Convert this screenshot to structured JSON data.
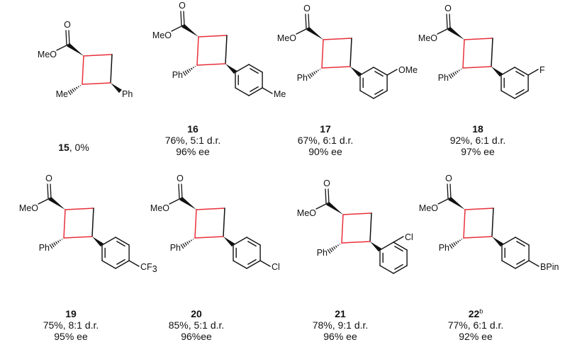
{
  "compounds": [
    {
      "id": "15",
      "sup": "",
      "yield_line": ", 0%",
      "dr_line": "",
      "ee_line": "",
      "substituent_top": "MeO",
      "substituent_mid": "Me",
      "aryl_label": "Ph",
      "aryl": "none"
    },
    {
      "id": "16",
      "sup": "",
      "yield_line": "76%, 5:1 d.r.",
      "dr_line": "",
      "ee_line": "96% ee",
      "substituent_top": "MeO",
      "substituent_mid": "Ph",
      "aryl_label": "Me",
      "aryl": "para"
    },
    {
      "id": "17",
      "sup": "",
      "yield_line": "67%, 6:1 d.r.",
      "dr_line": "",
      "ee_line": "90% ee",
      "substituent_top": "MeO",
      "substituent_mid": "Ph",
      "aryl_label": "OMe",
      "aryl": "meta"
    },
    {
      "id": "18",
      "sup": "",
      "yield_line": "92%, 6:1 d.r.",
      "dr_line": "",
      "ee_line": "97% ee",
      "substituent_top": "MeO",
      "substituent_mid": "Ph",
      "aryl_label": "F",
      "aryl": "meta"
    },
    {
      "id": "19",
      "sup": "",
      "yield_line": "75%, 8:1 d.r.",
      "dr_line": "",
      "ee_line": "95% ee",
      "substituent_top": "MeO",
      "substituent_mid": "Ph",
      "aryl_label": "CF",
      "aryl_label_sub": "3",
      "aryl": "para"
    },
    {
      "id": "20",
      "sup": "",
      "yield_line": "85%, 5:1 d.r.",
      "dr_line": "",
      "ee_line": "96%ee",
      "substituent_top": "MeO",
      "substituent_mid": "Ph",
      "aryl_label": "Cl",
      "aryl": "para"
    },
    {
      "id": "21",
      "sup": "",
      "yield_line": "78%, 9:1 d.r.",
      "dr_line": "",
      "ee_line": "96% ee",
      "substituent_top": "MeO",
      "substituent_mid": "Ph",
      "aryl_label": "Cl",
      "aryl": "ortho"
    },
    {
      "id": "22",
      "sup": "b",
      "yield_line": "77%, 6:1 d.r.",
      "dr_line": "",
      "ee_line": "92% ee",
      "substituent_top": "MeO",
      "substituent_mid": "Ph",
      "aryl_label": "BPin",
      "aryl": "para"
    }
  ],
  "colors": {
    "ring_bond": "#e8303a",
    "bond": "#111111"
  },
  "atom_labels": {
    "carbonyl_oxygen": "O",
    "ester_oxygen": "O"
  }
}
